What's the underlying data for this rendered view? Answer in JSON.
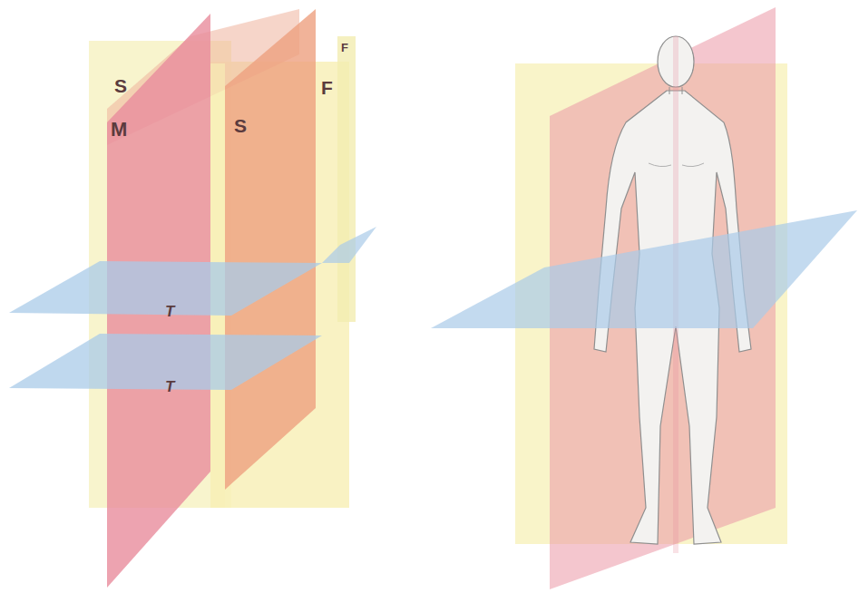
{
  "diagram": {
    "labels": [
      "S",
      "M",
      "S",
      "F",
      "F",
      "T",
      "T"
    ]
  }
}
